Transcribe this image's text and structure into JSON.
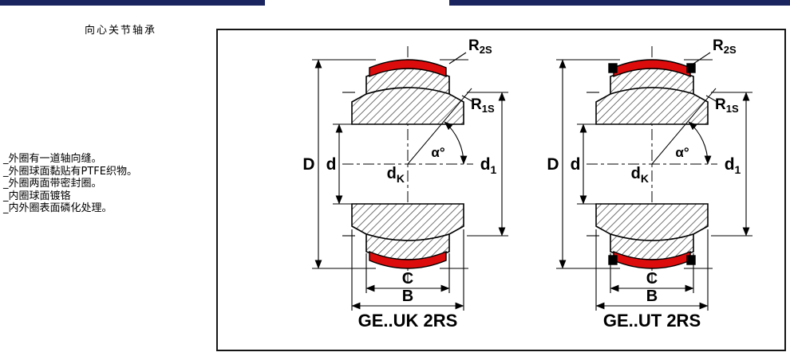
{
  "header": {
    "title": "向心关节轴承"
  },
  "notes": {
    "items": [
      "_外圈有一道轴向缝。",
      "_外圈球面黏贴有PTFE织物。",
      "_外圈两面带密封圈。",
      "_内圈球面镀铬",
      "_内外圈表面磷化处理。"
    ]
  },
  "diagram": {
    "captions": {
      "left": "GE..UK 2RS",
      "right": "GE..UT 2RS"
    },
    "labels": {
      "D": "D",
      "d": "d",
      "dk_main": "d",
      "dk_sub": "K",
      "d1_main": "d",
      "d1_sub": "1",
      "alpha": "α°",
      "r_main": "R",
      "r2s_sub": "2S",
      "r1s_sub": "1S",
      "C": "C",
      "B": "B"
    },
    "colors": {
      "seal": "#dd0c0c",
      "top_bar": "#1a2560",
      "line": "#000000"
    }
  }
}
